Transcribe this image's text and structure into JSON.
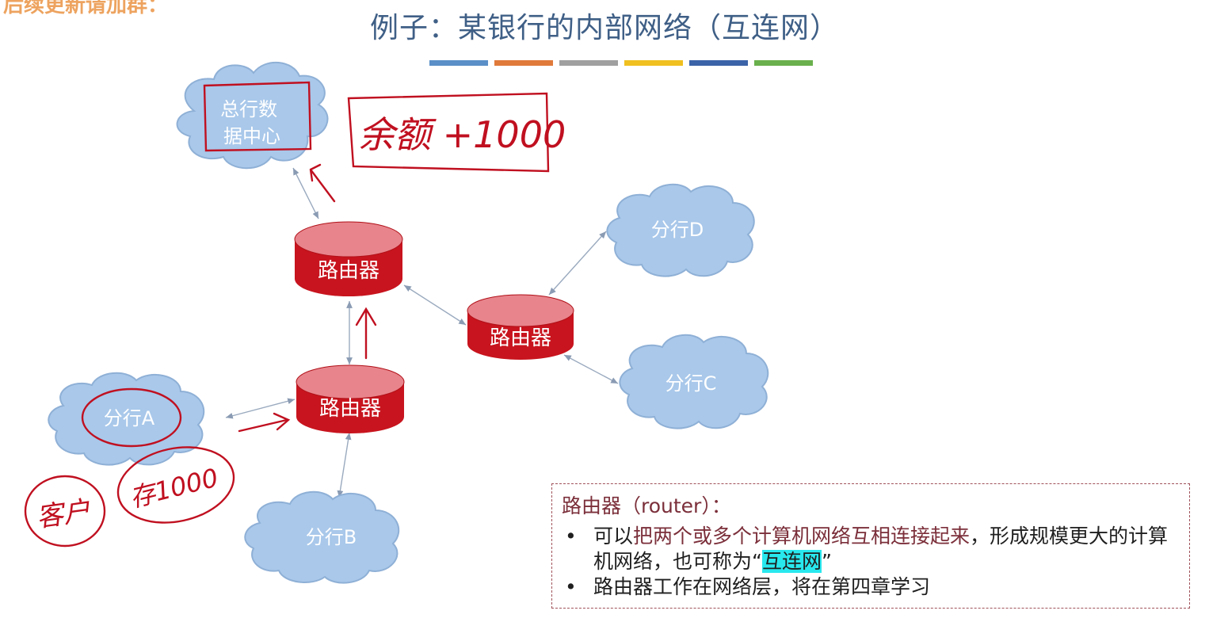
{
  "watermark": "后续更新请加群：",
  "title": "例子：某银行的内部网络（互连网）",
  "title_bar_colors": [
    "#5b8fc8",
    "#e07a3b",
    "#a0a0a0",
    "#f0c020",
    "#3b63a8",
    "#6ab04c"
  ],
  "colors": {
    "cloud_fill": "#a9c8ea",
    "cloud_stroke": "#8fb0d6",
    "router_top": "#e8848c",
    "router_body": "#c8141e",
    "link": "#9aaabf",
    "ink": "#c01020"
  },
  "clouds": {
    "hq": "总行数\n据中心",
    "d": "分行D",
    "c": "分行C",
    "a": "分行A",
    "b": "分行B"
  },
  "routers": {
    "top": "路由器",
    "right": "路由器",
    "mid": "路由器"
  },
  "annotations": {
    "balance": "余额 +1000",
    "customer": "客户",
    "deposit": "存1000"
  },
  "note": {
    "title": "路由器（router）：",
    "item1_prefix": "可以",
    "item1_highlight_a": "把两个或多个计算机网络互相连接起来",
    "item1_suffix": "，形成规模更大的计算机网络，也可称为“",
    "item1_highlight_b": "互连网",
    "item1_end": "”",
    "item2": "路由器工作在网络层，将在第四章学习",
    "bullet": "•"
  }
}
